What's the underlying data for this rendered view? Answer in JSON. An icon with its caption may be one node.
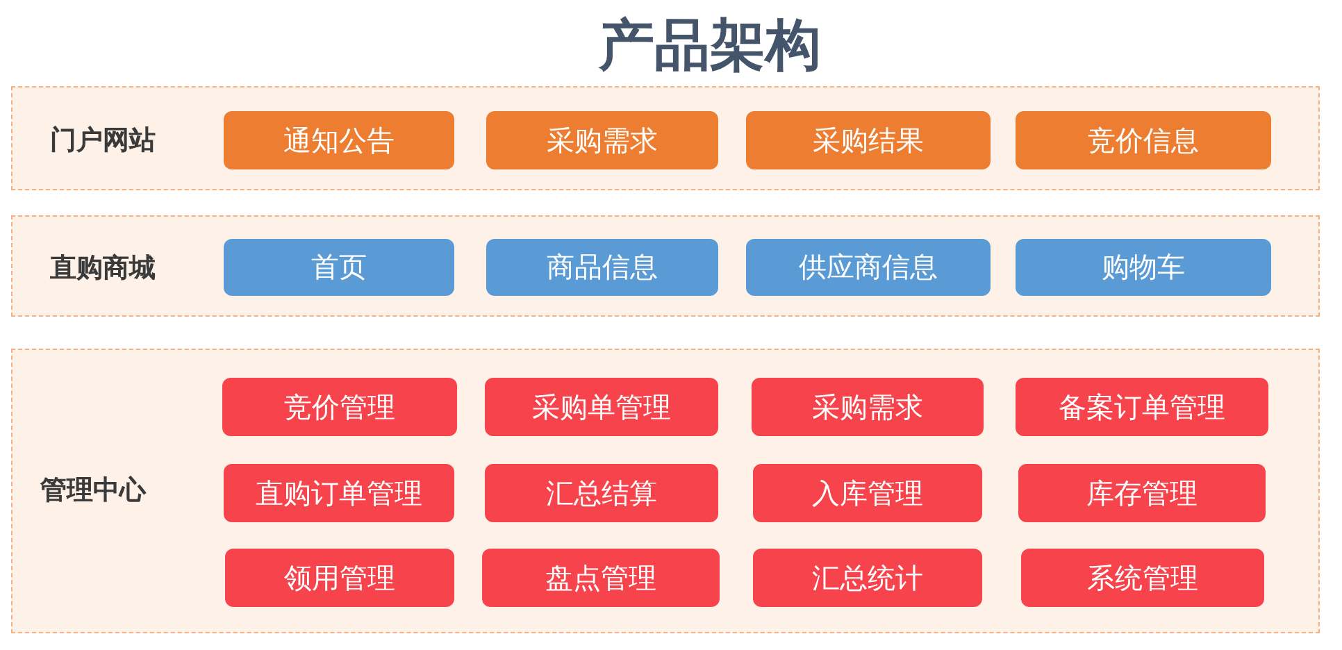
{
  "diagram": {
    "title": "产品架构",
    "nodes": [
      {
        "text": [
          "门户网站"
        ]
      },
      {
        "text": [
          "通知公告"
        ],
        "in": 0
      },
      {
        "text": [
          "采购需求"
        ],
        "in": 0
      },
      {
        "text": [
          "采购结果"
        ],
        "in": 0
      },
      {
        "text": [
          "竞价信息"
        ],
        "in": 0
      },
      {
        "text": [
          "直购商城"
        ]
      },
      {
        "text": [
          "首页"
        ],
        "in": 5
      },
      {
        "text": [
          "商品信息"
        ],
        "in": 5
      },
      {
        "text": [
          "供应商信息"
        ],
        "in": 5
      },
      {
        "text": [
          "购物车"
        ],
        "in": 5
      },
      {
        "text": [
          "管理中心"
        ]
      },
      {
        "text": [
          "竞价管理"
        ],
        "in": 10
      },
      {
        "text": [
          "采购单管理"
        ],
        "in": 10
      },
      {
        "text": [
          "采购需求"
        ],
        "in": 10
      },
      {
        "text": [
          "备案订单管理"
        ],
        "in": 10
      },
      {
        "text": [
          "直购订单管理"
        ],
        "in": 10
      },
      {
        "text": [
          "汇总结算"
        ],
        "in": 10
      },
      {
        "text": [
          "入库管理"
        ],
        "in": 10
      },
      {
        "text": [
          "库存管理"
        ],
        "in": 10
      },
      {
        "text": [
          "领用管理"
        ],
        "in": 10
      },
      {
        "text": [
          "盘点管理"
        ],
        "in": 10
      },
      {
        "text": [
          "汇总统计"
        ],
        "in": 10
      },
      {
        "text": [
          "系统管理"
        ],
        "in": 10
      }
    ]
  }
}
